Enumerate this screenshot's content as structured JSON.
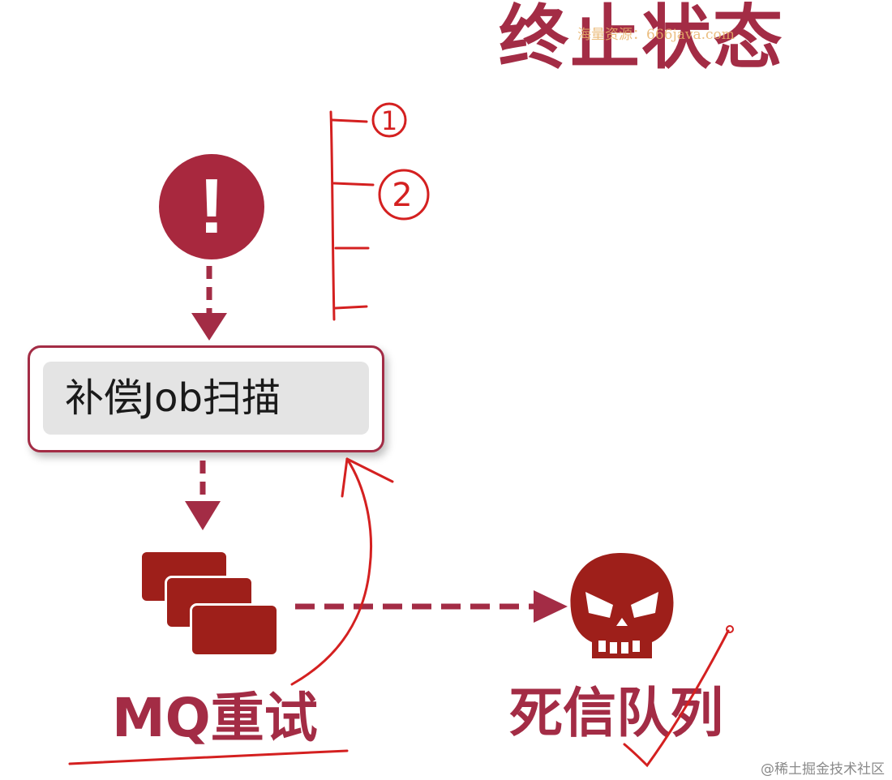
{
  "title": "终止状态",
  "watermark_top": "海量资源：666java.com",
  "nodes": {
    "alert_symbol": "!",
    "job_label": "补偿Job扫描",
    "mq_label": "MQ重试",
    "dlq_label": "死信队列"
  },
  "annotations": {
    "tick1": "1",
    "tick2": "2"
  },
  "watermark_bottom": "@稀土掘金技术社区",
  "colors": {
    "brand": "#a32c45",
    "icon": "#a8283e",
    "card": "#9e1f1a",
    "ink": "#d42020"
  }
}
